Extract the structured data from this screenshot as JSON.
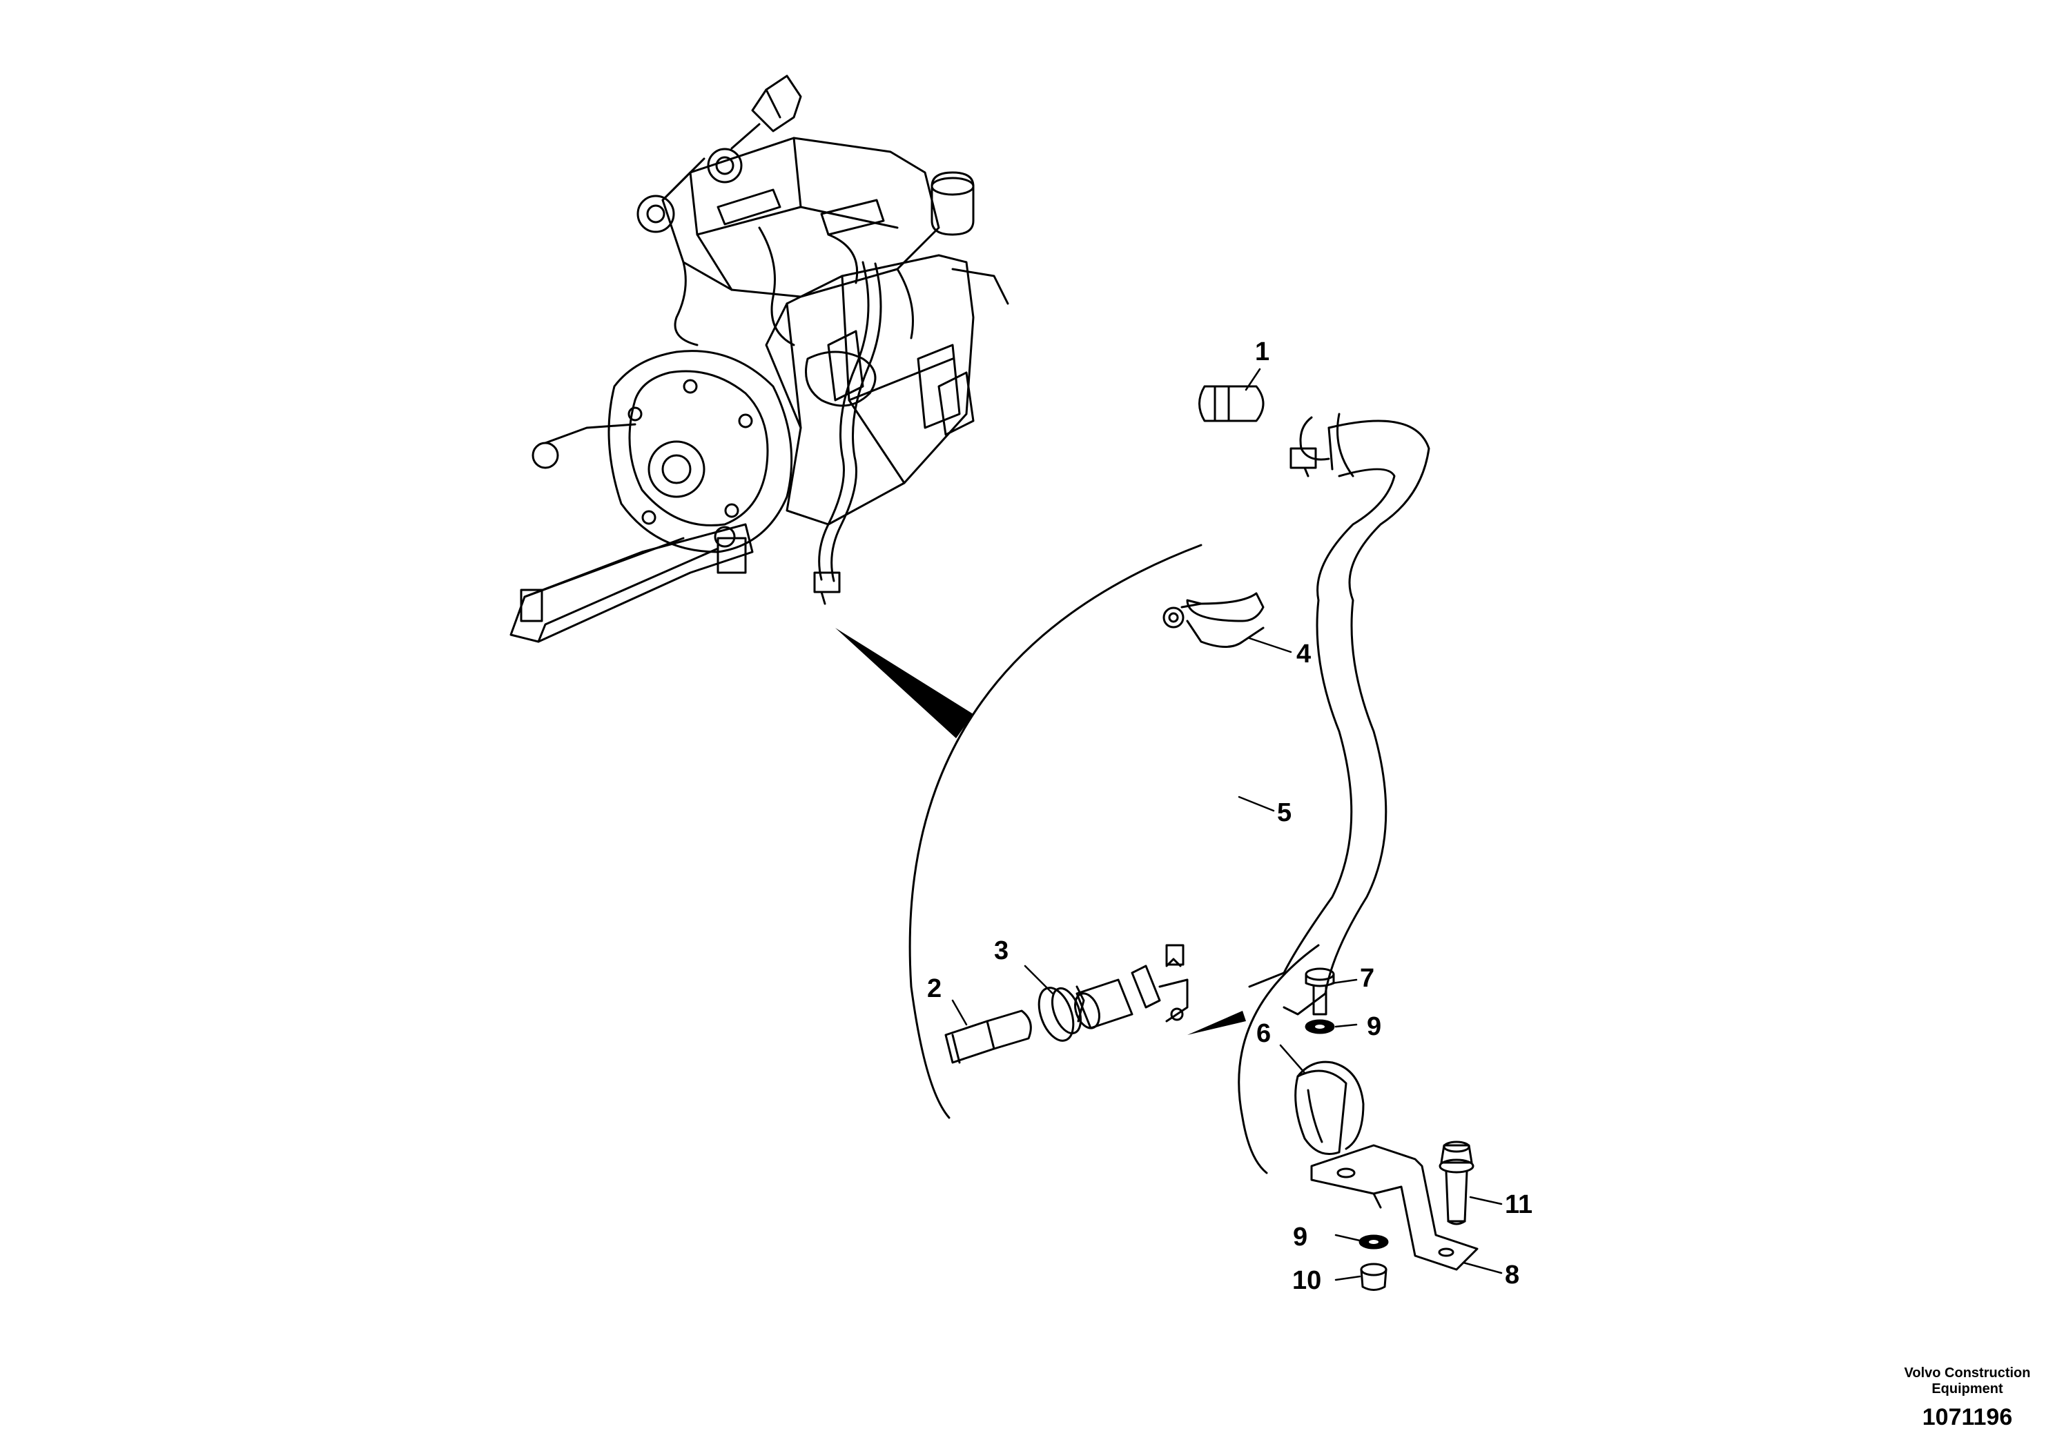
{
  "callouts": {
    "c1": "1",
    "c2": "2",
    "c3": "3",
    "c4": "4",
    "c5": "5",
    "c6": "6",
    "c7": "7",
    "c8": "8",
    "c9a": "9",
    "c9b": "9",
    "c10": "10",
    "c11": "11"
  },
  "footer": {
    "brand_line1": "Volvo Construction",
    "brand_line2": "Equipment",
    "drawing_number": "1071196"
  },
  "colors": {
    "line": "#000000",
    "background": "#ffffff"
  }
}
